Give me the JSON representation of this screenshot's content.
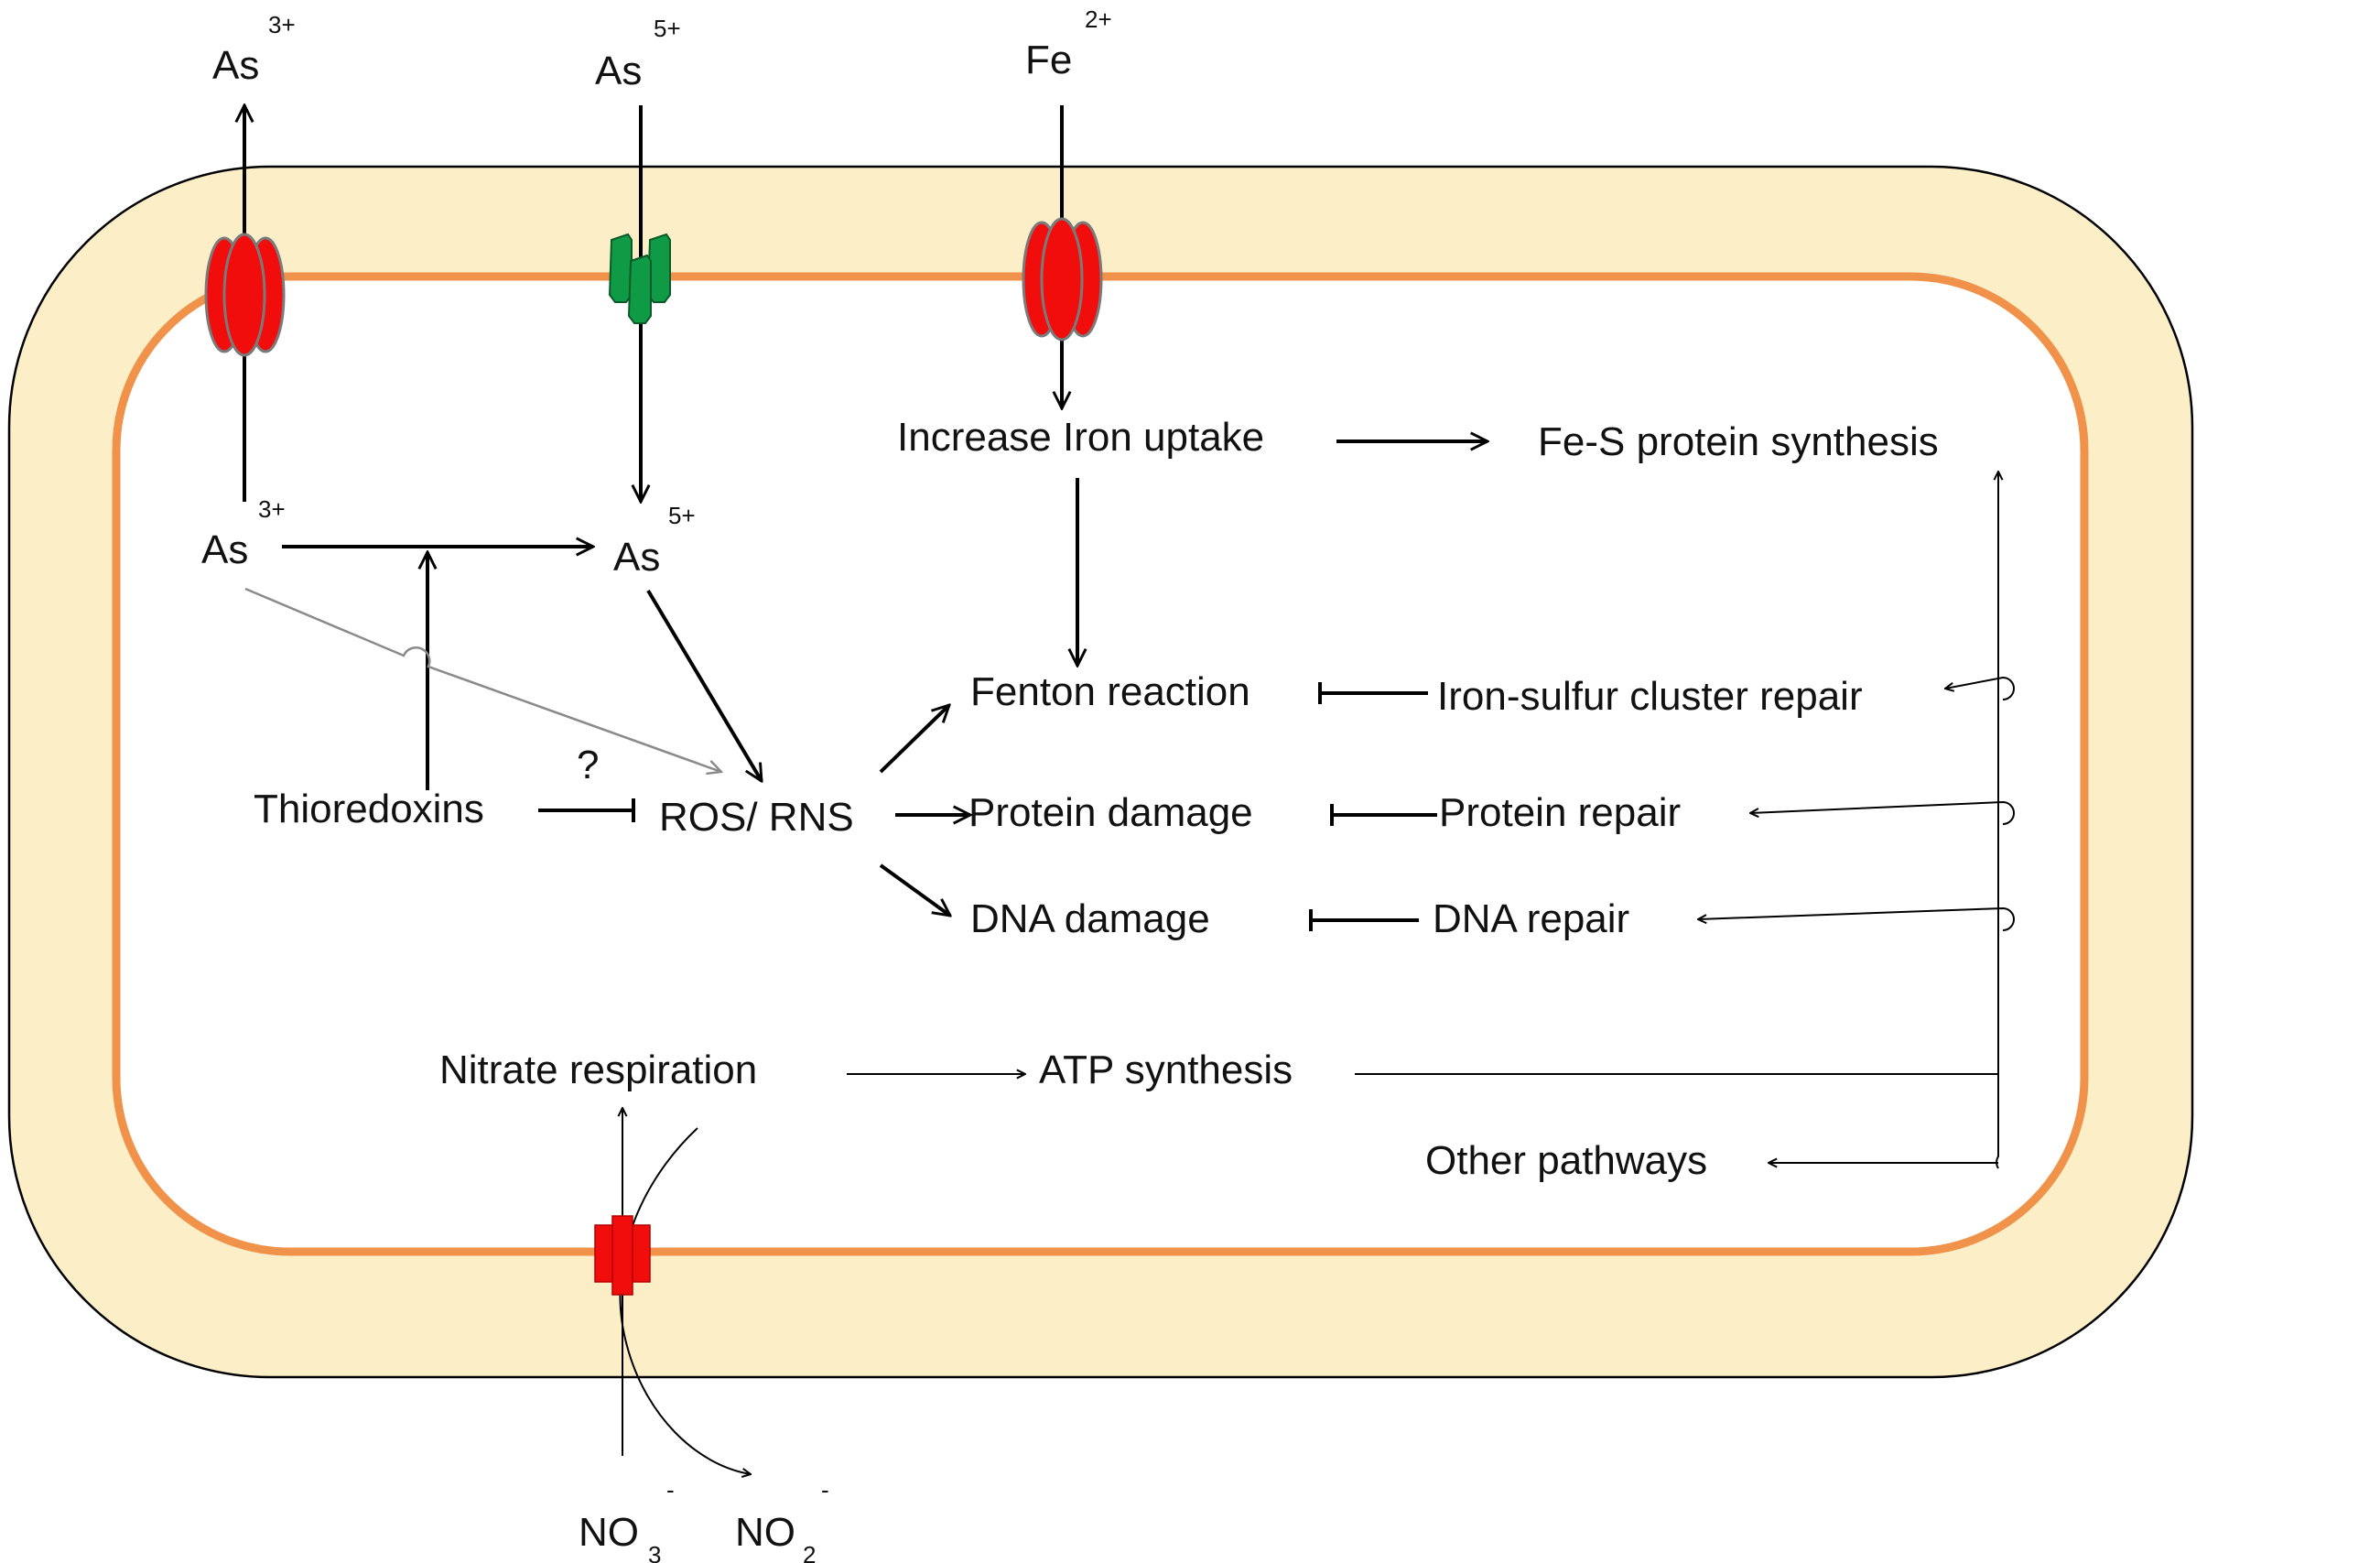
{
  "colors": {
    "cell_wall_fill": "#fcefc8",
    "membrane": "#f0924a",
    "transporter_red": "#f20d0d",
    "transporter_green": "#0f9a45",
    "transporter_outline": "#7a7a7a"
  },
  "ions": {
    "as3_out": "As",
    "as3_out_sup": "3+",
    "as5_out": "As",
    "as5_out_sup": "5+",
    "fe_out": "Fe",
    "fe_out_sup": "2+",
    "as3_in": "As",
    "as3_in_sup": "3+",
    "as5_in": "As",
    "as5_in_sup": "5+",
    "no3": "NO",
    "no3_sub": "3",
    "no3_sup": "-",
    "no2": "NO",
    "no2_sub": "2",
    "no2_sup": "-"
  },
  "labels": {
    "increase_iron_uptake": "Increase Iron uptake",
    "fe_s_synthesis": "Fe-S protein synthesis",
    "fenton": "Fenton reaction",
    "iron_sulfur_repair": "Iron-sulfur cluster repair",
    "protein_damage": "Protein damage",
    "protein_repair": "Protein repair",
    "dna_damage": "DNA damage",
    "dna_repair": "DNA repair",
    "ros_rns": "ROS/ RNS",
    "thioredoxins": "Thioredoxins",
    "question": "?",
    "nitrate_respiration": "Nitrate respiration",
    "atp_synthesis": "ATP synthesis",
    "other_pathways": "Other pathways"
  }
}
